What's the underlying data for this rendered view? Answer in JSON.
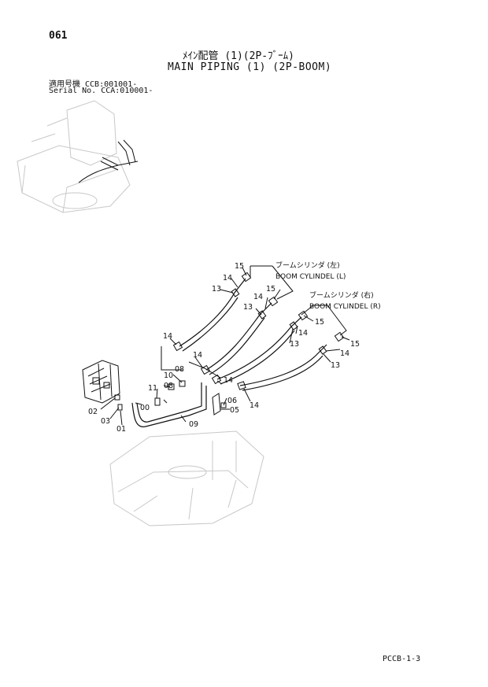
{
  "header": {
    "page_number": "061",
    "title_jp": "ﾒｲﾝ配管 (1)(2P-ﾌﾞｰﾑ)",
    "title_en": "MAIN PIPING (1) (2P-BOOM)",
    "serial_line_1": "適用号機 CCB:001001-",
    "serial_line_2": "Serial No. CCA:010001-"
  },
  "cylinders": {
    "left_jp": "ブームシリンダ (左)",
    "left_en": "BOOM CYLINDEL (L)",
    "right_jp": "ブームシリンダ (右)",
    "right_en": "BOOM CYLINDEL (R)"
  },
  "callouts": {
    "c15a": "15",
    "c14a": "14",
    "c13a": "13",
    "c15b": "15",
    "c14b": "14",
    "c13b": "13",
    "c15c": "15",
    "c14c": "14",
    "c13c": "13",
    "c15d": "15",
    "c14d": "14",
    "c13d": "13",
    "c14e": "14",
    "c14f": "14",
    "c14g": "14",
    "c14h": "14",
    "c10": "10",
    "c08a": "08",
    "c08b": "08",
    "c11": "11",
    "c00": "00",
    "c02": "02",
    "c03": "03",
    "c01": "01",
    "c09": "09",
    "c06": "06",
    "c05": "05"
  },
  "footer": {
    "code": "PCCB-1-3"
  }
}
